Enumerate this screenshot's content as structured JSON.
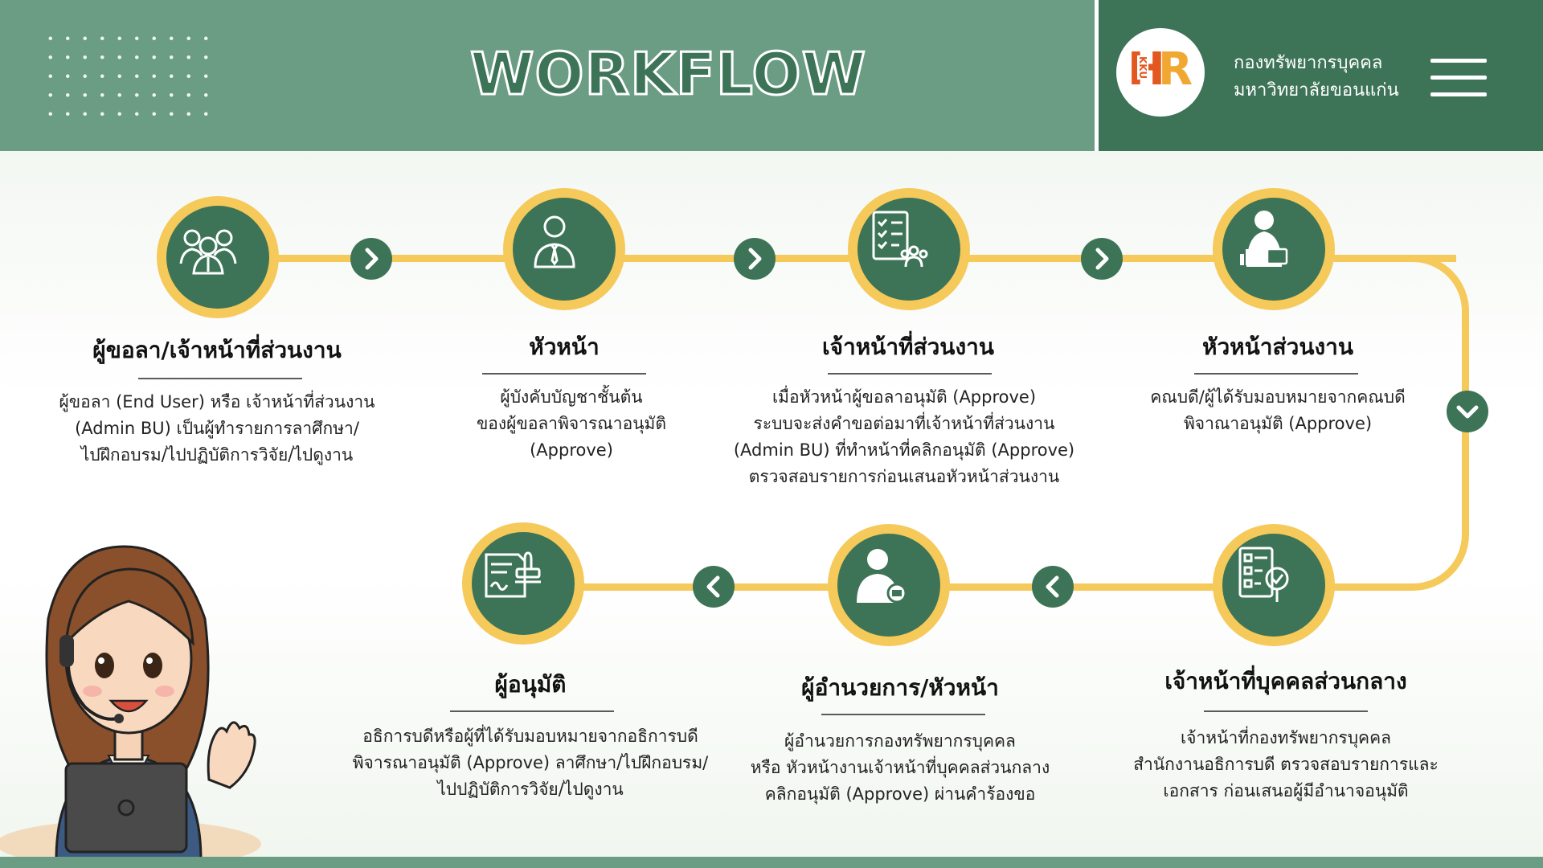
{
  "header": {
    "title": "WORKFLOW",
    "org_line1": "กองทรัพยากรบุคคล",
    "org_line2": "มหาวิทยาลัยขอนแก่น",
    "logo_text_h": "H",
    "logo_text_r": "R",
    "logo_kku": "KKU"
  },
  "colors": {
    "header_green": "#6b9c84",
    "dark_green": "#3d7457",
    "track_yellow": "#f5c95a"
  },
  "steps": [
    {
      "icon": "group-users-icon",
      "title": "ผู้ขอลา/เจ้าหน้าที่ส่วนงาน",
      "desc": "ผู้ขอลา (End User) หรือ เจ้าหน้าที่ส่วนงาน\n(Admin BU) เป็นผู้ทำรายการลาศึกษา/\nไปฝึกอบรม/ไปปฏิบัติการวิจัย/ไปดูงาน"
    },
    {
      "icon": "manager-icon",
      "title": "หัวหน้า",
      "desc": "ผู้บังคับบัญชาชั้นต้น\nของผู้ขอลาพิจารณาอนุมัติ\n(Approve)"
    },
    {
      "icon": "checklist-team-icon",
      "title": "เจ้าหน้าที่ส่วนงาน",
      "desc": "เมื่อหัวหน้าผู้ขอลาอนุมัติ (Approve)\nระบบจะส่งคำขอต่อมาที่เจ้าหน้าที่ส่วนงาน\n(Admin BU) ที่ทำหน้าที่คลิกอนุมัติ (Approve)\nตรวจสอบรายการก่อนเสนอหัวหน้าส่วนงาน"
    },
    {
      "icon": "executive-icon",
      "title": "หัวหน้าส่วนงาน",
      "desc": "คณบดี/ผู้ได้รับมอบหมายจากคณบดี\nพิจาณาอนุมัติ (Approve)"
    },
    {
      "icon": "document-review-icon",
      "title": "เจ้าหน้าที่บุคคลส่วนกลาง",
      "desc": "เจ้าหน้าที่กองทรัพยากรบุคคล\nสำนักงานอธิการบดี ตรวจสอบรายการและ\nเอกสาร ก่อนเสนอผู้มีอำนาจอนุมัติ"
    },
    {
      "icon": "director-icon",
      "title": "ผู้อำนวยการ/หัวหน้า",
      "desc": "ผู้อำนวยการกองทรัพยากรบุคคล\nหรือ หัวหน้างานเจ้าหน้าที่บุคคลส่วนกลาง\nคลิกอนุมัติ (Approve) ผ่านคำร้องขอ"
    },
    {
      "icon": "stamp-approve-icon",
      "title": "ผู้อนุมัติ",
      "desc": "อธิการบดีหรือผู้ที่ได้รับมอบหมายจากอธิการบดี\nพิจารณาอนุมัติ (Approve) ลาศึกษา/ไปฝึกอบรม/\nไปปฏิบัติการวิจัย/ไปดูงาน"
    }
  ]
}
